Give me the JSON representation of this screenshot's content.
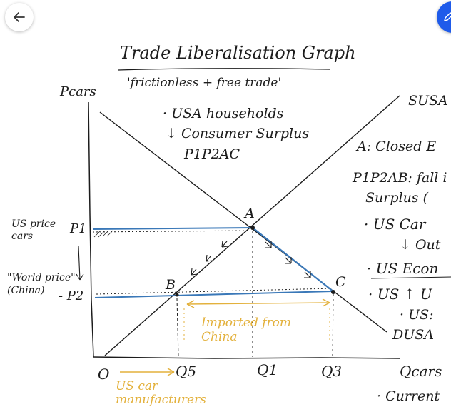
{
  "toolbar": {
    "back_icon": "arrow-left-icon",
    "action_icon": "edit-icon",
    "action_color": "#1f5bea"
  },
  "note": {
    "title": "Trade Liberalisation Graph",
    "subtitle": "'frictionless + free trade'",
    "households_lines": [
      "· USA households",
      "↓ Consumer Surplus",
      "P1P2AC"
    ],
    "right_notes": [
      "A: Closed E",
      "P1P2AB: fall i",
      "Surplus (",
      "· US Car",
      "↓ Out",
      "· US Econ",
      "· US ↑ U",
      "· US: ",
      "· Current"
    ],
    "axis": {
      "y_label": "Pcars",
      "x_label": "Qcars",
      "origin": "O",
      "q_labels": [
        "Q5",
        "Q1",
        "Q3"
      ]
    },
    "curves": {
      "supply_label": "SUSA",
      "demand_label": "DUSA"
    },
    "points": [
      "A",
      "B",
      "C"
    ],
    "price_labels": {
      "us_price": "US price cars",
      "p1": "P1",
      "world_price": "\"World price\" (China)",
      "p2": "- P2"
    },
    "annotations": {
      "imported": "Imported from China",
      "manufacturers": "US car manufacturers"
    },
    "colors": {
      "ink": "#1c1c1c",
      "price_lines": "#3a78b8",
      "highlight": "#e3b13c"
    }
  }
}
